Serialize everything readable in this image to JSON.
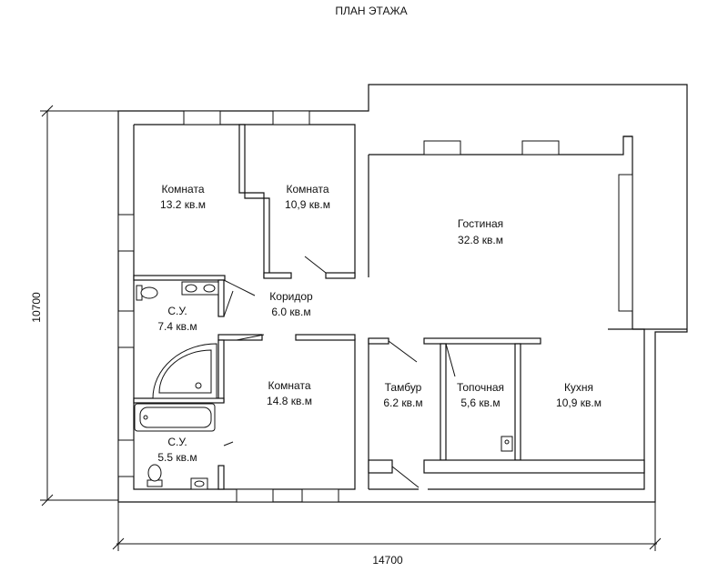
{
  "title": "ПЛАН ЭТАЖА",
  "dimensions": {
    "width_label": "14700",
    "height_label": "10700"
  },
  "rooms": [
    {
      "name": "Комната",
      "area": "13.2 кв.м"
    },
    {
      "name": "Комната",
      "area": "10,9 кв.м"
    },
    {
      "name": "Гостиная",
      "area": "32.8 кв.м"
    },
    {
      "name": "Коридор",
      "area": "6.0 кв.м"
    },
    {
      "name": "С.У.",
      "area": "7.4 кв.м"
    },
    {
      "name": "Комната",
      "area": "14.8 кв.м"
    },
    {
      "name": "Тамбур",
      "area": "6.2 кв.м"
    },
    {
      "name": "Топочная",
      "area": "5,6 кв.м"
    },
    {
      "name": "Кухня",
      "area": "10,9 кв.м"
    },
    {
      "name": "С.У.",
      "area": "5.5 кв.м"
    }
  ]
}
